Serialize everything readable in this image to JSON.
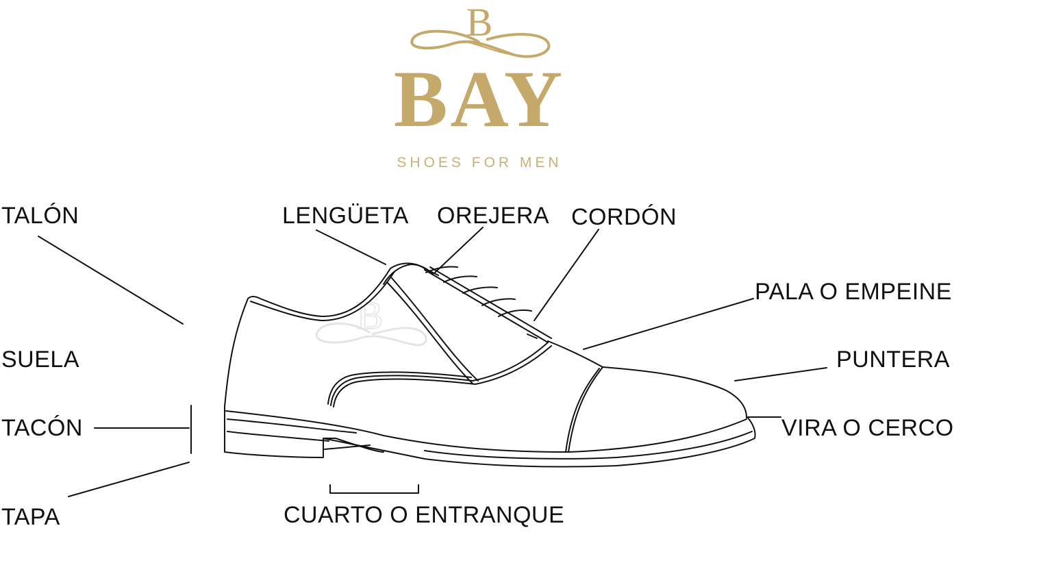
{
  "brand": {
    "monogram": "B",
    "name": "BAY",
    "tagline": "SHOES FOR MEN",
    "color": "#c4a96a"
  },
  "diagram": {
    "subject": "Oxford shoe anatomy",
    "line_color": "#111111",
    "labels": {
      "talon": "TALÓN",
      "suela": "SUELA",
      "tacon": "TACÓN",
      "tapa": "TAPA",
      "lengueta": "LENGÜETA",
      "orejera": "OREJERA",
      "cordon": "CORDÓN",
      "pala": "PALA O EMPEINE",
      "puntera": "PUNTERA",
      "vira": "VIRA O CERCO",
      "cuarto": "CUARTO O ENTRANQUE"
    }
  }
}
